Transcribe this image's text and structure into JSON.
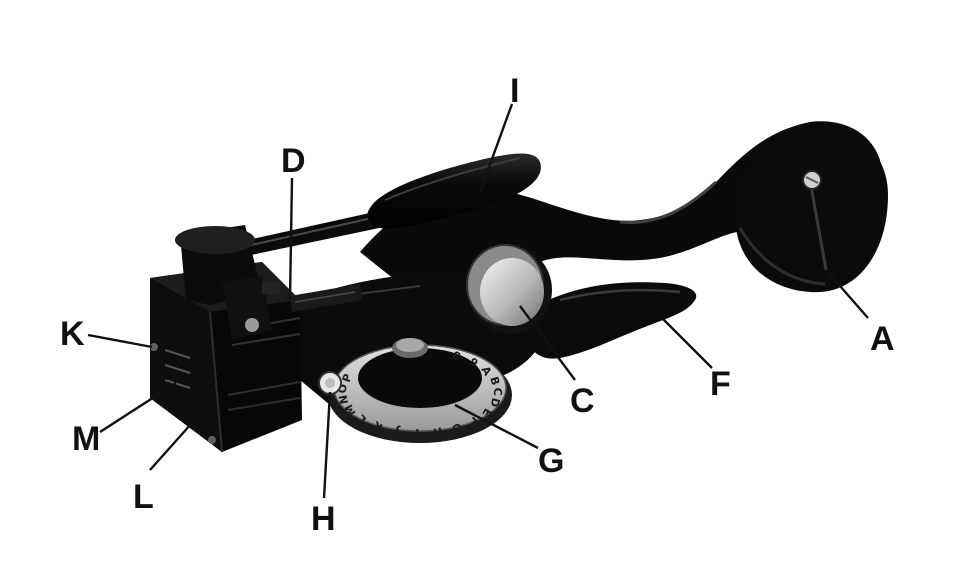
{
  "diagram": {
    "subject": "handheld-label-embosser",
    "colors": {
      "background": "#ffffff",
      "body": "#0b0b0b",
      "highlight": "#3a3a3a",
      "dial": "#c9c9c9",
      "text": "#111111"
    },
    "dial_letters": [
      "8",
      "9",
      "A",
      "B",
      "C",
      "D",
      "E",
      "F",
      "G",
      "H",
      "I",
      "J",
      "K",
      "L",
      "M",
      "N",
      "O",
      "P"
    ],
    "callouts": {
      "A": "A",
      "C": "C",
      "D": "D",
      "F": "F",
      "G": "G",
      "H": "H",
      "I": "I",
      "K": "K",
      "L": "L",
      "M": "M"
    }
  }
}
